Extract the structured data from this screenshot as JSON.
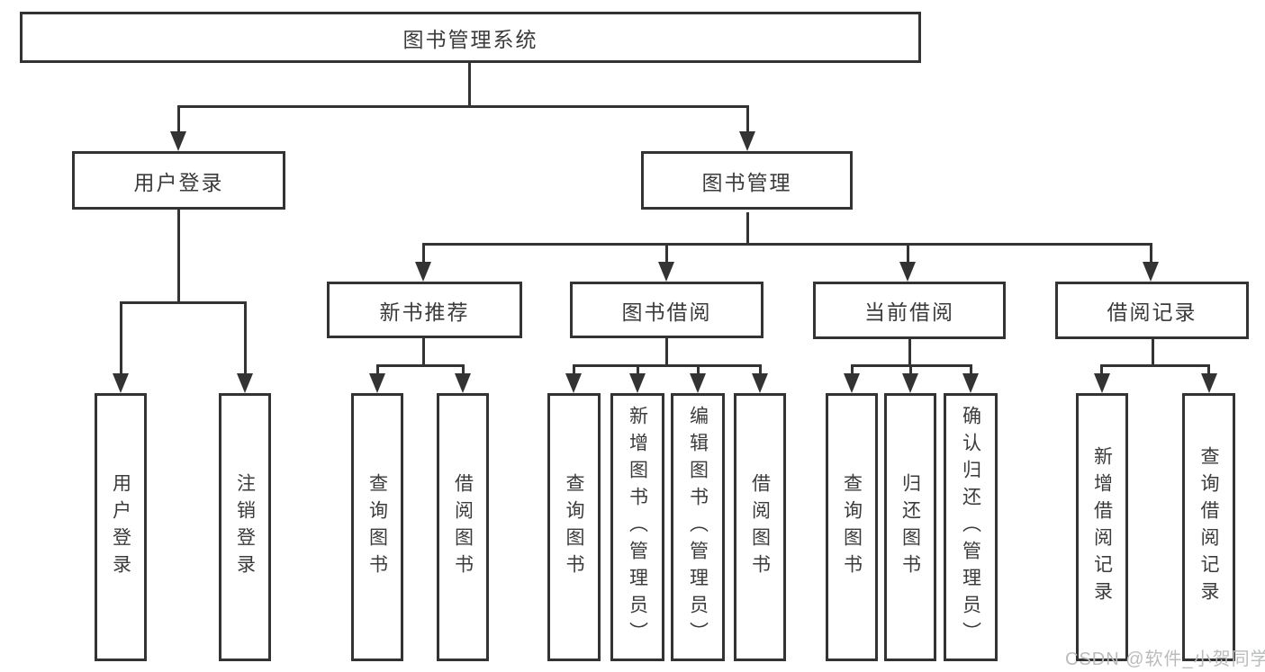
{
  "tree": {
    "label": "图书管理系统",
    "children": [
      {
        "label": "用户登录",
        "children": [
          {
            "label": "用户登录"
          },
          {
            "label": "注销登录"
          }
        ]
      },
      {
        "label": "图书管理",
        "children": [
          {
            "label": "新书推荐",
            "children": [
              {
                "label": "查询图书"
              },
              {
                "label": "借阅图书"
              }
            ]
          },
          {
            "label": "图书借阅",
            "children": [
              {
                "label": "查询图书"
              },
              {
                "label": "新增图书（管理员）"
              },
              {
                "label": "编辑图书（管理员）"
              },
              {
                "label": "借阅图书"
              }
            ]
          },
          {
            "label": "当前借阅",
            "children": [
              {
                "label": "查询图书"
              },
              {
                "label": "归还图书"
              },
              {
                "label": "确认归还（管理员）"
              }
            ]
          },
          {
            "label": "借阅记录",
            "children": [
              {
                "label": "新增借阅记录"
              },
              {
                "label": "查询借阅记录"
              }
            ]
          }
        ]
      }
    ]
  },
  "watermark": {
    "text": "CSDN @软件_小贺同学"
  },
  "colors": {
    "line": "#333333",
    "text": "#3b3b3b",
    "background": "#ffffff",
    "watermark": "#b9bbbd"
  }
}
